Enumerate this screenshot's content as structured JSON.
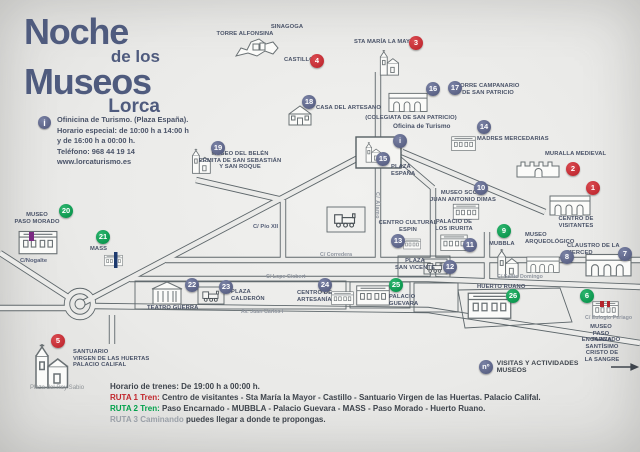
{
  "colors": {
    "red": "#c1272d",
    "green": "#00a14b",
    "slate": "#5a6186",
    "title": "#4f5b7e"
  },
  "title": {
    "l1": "Noche",
    "l2": "de los",
    "l3": "Museos",
    "l4": "Lorca"
  },
  "info": {
    "badge": "i",
    "l1": "Ofinicina de Turismo. (Plaza España).",
    "l2": "Horario especial: de 10:00 h a 14:00 h",
    "l3": "y de 16:00 h a 00:00 h.",
    "l4": "Teléfono: 968 44 19 14",
    "l5": "www.lorcaturismo.es"
  },
  "badges": {
    "b1": "1",
    "b2": "2",
    "b3": "3",
    "b4": "4",
    "b5": "5",
    "b6": "6",
    "b7": "7",
    "b8": "8",
    "b9": "9",
    "b10": "10",
    "b11": "11",
    "b12": "12",
    "b13": "13",
    "b14": "14",
    "b15": "15",
    "b16": "16",
    "b17": "17",
    "b18": "18",
    "b19": "19",
    "b20": "20",
    "b21": "21",
    "b22": "22",
    "b23": "23",
    "b24": "24",
    "b25": "25",
    "b26": "26",
    "info_map": "i",
    "legend": "nº"
  },
  "labels": {
    "torre_alfonsina": "TORRE ALFONSINA",
    "sinagoga": "SINAGOGA",
    "castillo": "CASTILLO",
    "sta_maria": "STA MARÍA LA MAYOR",
    "torre_campanario": "TORRE CAMPANARIO\nDE SAN PATRICIO",
    "casa_artesano": "CASA DEL ARTESANO",
    "colegiata": "(COLEGIATA DE SAN PATRICIO)",
    "oficina_turismo": "Oficina de Turismo",
    "madres": "MADRES MERCEDARIAS",
    "muralla": "MURALLA MEDIEVAL",
    "centro_visitantes": "CENTRO DE VISITANTES",
    "museo_belen": "MUSEO DEL BELÉN\nERMITA DE SAN SEBASTIÁN\nY SAN ROQUE",
    "plaza_espana": "PLAZA\nESPAÑA",
    "museo_scout": "MUSEO SCOUT\nJUAN ANTONIO DIMAS",
    "paso_morado": "MUSEO\nPASO MORADO",
    "mass": "MASS",
    "centro_espin": "CENTRO CULTURAL\nESPIN",
    "irurita": "PALACIO DE\nLOS IRURITA",
    "mubbla": "MUBBLA",
    "arqueologico": "MUSEO\nARQUEOLÓGICO",
    "claustro": "CLAUSTRO DE LA MERCED",
    "san_vicente": "PLAZA\nSAN VICENTE",
    "teatro": "TEATRO GUERRA",
    "calderon": "PLAZA\nCALDERÓN",
    "artesania": "CENTRO DE\nARTESANÍA",
    "guevara": "PALACIO\nGUEVARA",
    "huerto": "HUERTO RUANO",
    "paso_encarnado": "MUSEO\nPASO ENCARNADO",
    "santisimo": "PLAZA SANTÍSIMO\nCRISTO DE LA SANGRE",
    "santuario": "SANTUARIO\nVIRGEN DE LAS HUERTAS\nPALACIO CALIFAL",
    "rey_sabio": "Plaza del Rey Sabio",
    "visitas": "VISITAS Y ACTIVIDADES MUSEOS"
  },
  "streets": {
    "nogalte": "C/Nogalte",
    "pio_xii": "C/ Pío XII",
    "corredera": "C/ Corredera",
    "lope_gisbert": "C/ Lope Gisbert",
    "juan_carlos": "Av. Juan Carlos I",
    "santo_domingo": "C/ Santo Domingo",
    "eulogio": "C/ Eulogio Periago",
    "alamo": "C/ Álamo"
  },
  "schedule": {
    "header": "Horario de trenes: De 19:00 h a 00:00 h.",
    "r1_prefix": "RUTA 1 Tren:",
    "r1_text": " Centro de visitantes - Sta María la Mayor - Castillo - Santuario Virgen de las Huertas. Palacio Califal.",
    "r2_prefix": "RUTA 2 Tren:",
    "r2_text": " Paso Encarnado - MUBBLA - Palacio Guevara - MASS - Paso Morado - Huerto Ruano.",
    "r3_prefix": "RUTA 3 Caminando",
    "r3_text": " puedes llegar a donde te propongas."
  }
}
